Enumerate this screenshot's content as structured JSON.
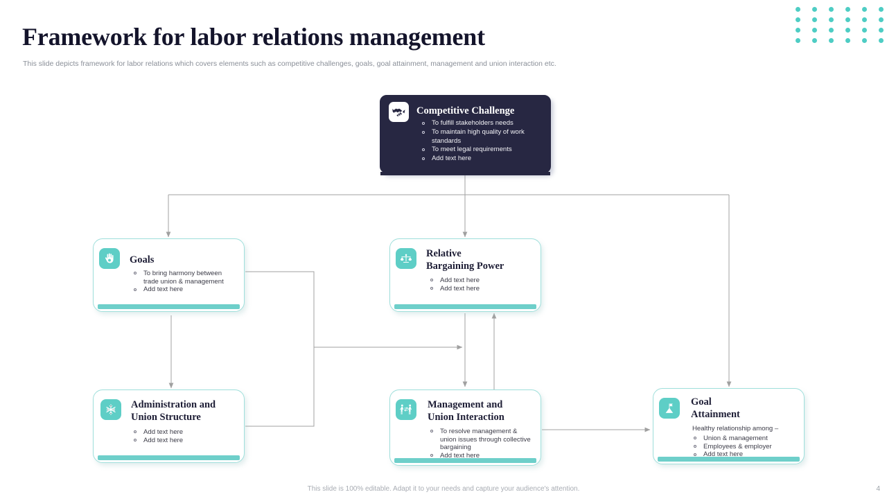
{
  "slide": {
    "title": "Framework for labor relations management",
    "subtitle": "This slide depicts framework for labor relations which covers elements such as competitive challenges, goals, goal attainment, management and union interaction etc.",
    "footer_note": "This slide is 100% editable. Adapt it to your needs and capture your audience's attention.",
    "page_number": "4"
  },
  "theme": {
    "accent": "#5ecec6",
    "accent_border": "#9fdfdb",
    "dark_card": "#272742",
    "title_color": "#14142b",
    "subtitle_color": "#8a8f98",
    "connector_color": "#9a9a9a"
  },
  "decor": {
    "dot_color": "#4ecdc4",
    "dot_rows": 4,
    "dot_cols": 6
  },
  "nodes": {
    "competitive_challenge": {
      "icon": "handshake-icon",
      "title": "Competitive  Challenge",
      "bullets": [
        "To fulfill stakeholders needs",
        "To maintain  high quality of work standards",
        "To meet legal requirements",
        "Add text here"
      ]
    },
    "goals": {
      "icon": "hand-raised-icon",
      "title": "Goals",
      "bullets": [
        "To bring harmony between trade union  & management",
        "Add text here"
      ]
    },
    "relative_bargaining_power": {
      "icon": "balance-scale-icon",
      "title_line1": "Relative",
      "title_line2": "Bargaining Power",
      "bullets": [
        "Add text here",
        "Add text here"
      ]
    },
    "administration_union_structure": {
      "icon": "snowflake-icon",
      "title_line1": "Administration and",
      "title_line2": "Union Structure",
      "bullets": [
        "Add text here",
        "Add text here"
      ]
    },
    "management_union_interaction": {
      "icon": "two-people-interaction-icon",
      "title_line1": "Management and",
      "title_line2": "Union Interaction",
      "bullets": [
        "To resolve management  & union issues through collective bargaining",
        "Add text here"
      ]
    },
    "goal_attainment": {
      "icon": "flag-mountain-icon",
      "title_line1": "Goal",
      "title_line2": "Attainment",
      "lead": "Healthy relationship among –",
      "bullets": [
        "Union & management",
        "Employees & employer",
        "Add text here"
      ]
    }
  }
}
